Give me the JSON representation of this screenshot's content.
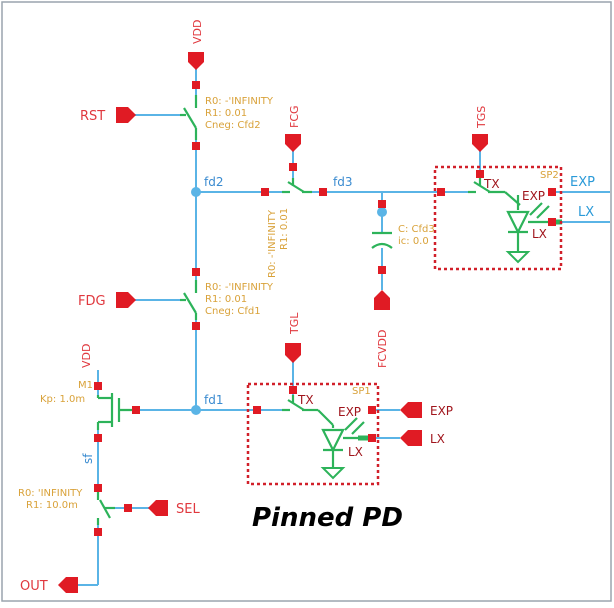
{
  "labels": {
    "vdd_top": "VDD",
    "vdd_m1": "VDD",
    "rst": "RST",
    "fcg": "FCG",
    "tgs": "TGS",
    "fdg": "FDG",
    "tgl": "TGL",
    "fcvdd": "FCVDD",
    "sel": "SEL",
    "out": "OUT",
    "exp_top": "EXP",
    "lx_top": "LX",
    "exp_bot": "EXP",
    "lx_bot": "LX",
    "net_fd2": "fd2",
    "net_fd3": "fd3",
    "net_fd1": "fd1",
    "net_sf": "sf",
    "m1": "M1",
    "m1_kp": "Kp: 1.0m",
    "rst_r0": "R0: -'INFINITY",
    "rst_r1": "R1: 0.01",
    "rst_cneg": "Cneg: Cfd2",
    "fcg_r0": "R0: -'INFINITY",
    "fcg_r1": "R1: 0.01",
    "fdg_r0": "R0: -'INFINITY",
    "fdg_r1": "R1: 0.01",
    "fdg_cneg": "Cneg: Cfd1",
    "cap_c": "C: Cfd3",
    "cap_ic": "ic: 0.0",
    "sel_r0": "R0: 'INFINITY",
    "sel_r1": "R1: 10.0m",
    "spd_tx": "TX",
    "spd_exp": "EXP",
    "spd_lx": "LX",
    "spd_name": "SP2",
    "lpd_tx": "TX",
    "lpd_exp": "EXP",
    "lpd_lx": "LX",
    "lpd_name": "SP1",
    "caption": "Pinned PD"
  },
  "colors": {
    "wire": "#5ab4e6",
    "device": "#2db35a",
    "pin": "#e01b24",
    "selection": "#d1202a"
  }
}
